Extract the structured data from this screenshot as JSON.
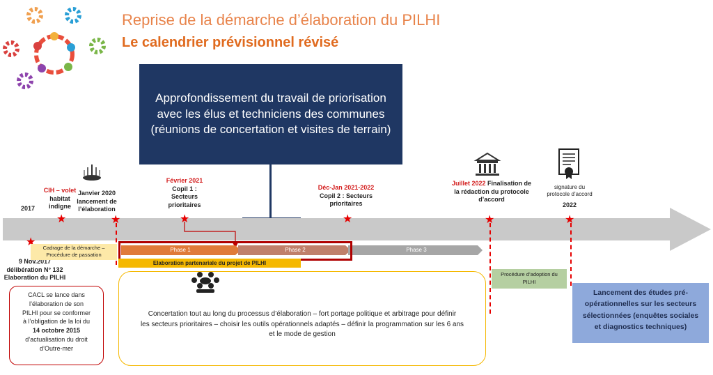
{
  "title": "Reprise de la démarche d’élaboration du PILHI",
  "subtitle": "Le calendrier prévisionnel révisé",
  "banner": {
    "line1": "Approfondissement du travail de priorisation",
    "line2": "avec les élus et techniciens  des communes",
    "line3": "(réunions de concertation et visites de terrain)"
  },
  "milestones": {
    "y2017": "2017",
    "cih_red": "CIH – volet",
    "cih_l2": "habitat",
    "cih_l3": "indigne",
    "jan2020_l1": "Janvier 2020",
    "jan2020_l2": "lancement de",
    "jan2020_l3": "l’élaboration",
    "feb2021_red": "Février 2021",
    "feb2021_l2": "Copil 1 :",
    "feb2021_l3": "Secteurs",
    "feb2021_l4": "prioritaires",
    "dec_red": "Déc-Jan 2021-2022",
    "dec_l2": "Copil 2 : Secteurs",
    "dec_l3": "prioritaires",
    "jul_red": "Juillet 2022",
    "jul_l1b": " Finalisation de",
    "jul_l2": "la rédaction du protocole",
    "jul_l3": "d’accord",
    "sig_l1": "signature du",
    "sig_l2": "protocole d’accord",
    "sig_l3": "2022",
    "nov_l1": "9 Nov.2017",
    "nov_l2": "délibération N° 132",
    "nov_l3": "Elaboration du PILHI"
  },
  "bars": {
    "cadrage_l1": "Cadrage de la démarche –",
    "cadrage_l2": "Procédure de passation",
    "phase1": "Phase 1",
    "phase2": "Phase 2",
    "phase3": "Phase 3",
    "elaboration": "Elaboration partenariale du projet de PILHI",
    "adoption_l1": "Procédure d’adoption du",
    "adoption_l2": "PILHI"
  },
  "cacl": {
    "l1": "CACL se lance dans",
    "l2": "l’élaboration de son",
    "l3": "PILHI pour se conformer",
    "l4": "à l’obligation de la loi du",
    "l5": "14 octobre 2015",
    "l6": "d’actualisation du droit",
    "l7": "d’Outre-mer"
  },
  "concertation": {
    "l1": "Concertation tout au long du processus d’élaboration – fort portage politique et arbitrage pour définir",
    "l2": "les secteurs prioritaires – choisir les outils opérationnels adaptés – définir la programmation sur les 6 ans",
    "l3": "et le mode de gestion"
  },
  "etudes": {
    "l1": "Lancement des études pré-",
    "l2": "opérationnelles sur les secteurs",
    "l3": "sélectionnées (enquêtes sociales",
    "l4": "et diagnostics techniques)"
  },
  "icons": [
    "flower-logo-icon",
    "seed-plant-icon",
    "building-icon",
    "document-icon",
    "group-people-icon",
    "star-icon"
  ],
  "colors": {
    "title": "#e8834a",
    "subtitle": "#e06a1e",
    "banner": "#1f3763",
    "star": "#e60000",
    "arrow": "#c9c9c9",
    "phase1": "#e07b39",
    "phase2": "#c0806b",
    "phase3": "#a6a6a6",
    "elaboration": "#f5b800",
    "cadrage": "#fde9a8",
    "adoption": "#b5cfa1",
    "etudes": "#8ea9db"
  }
}
